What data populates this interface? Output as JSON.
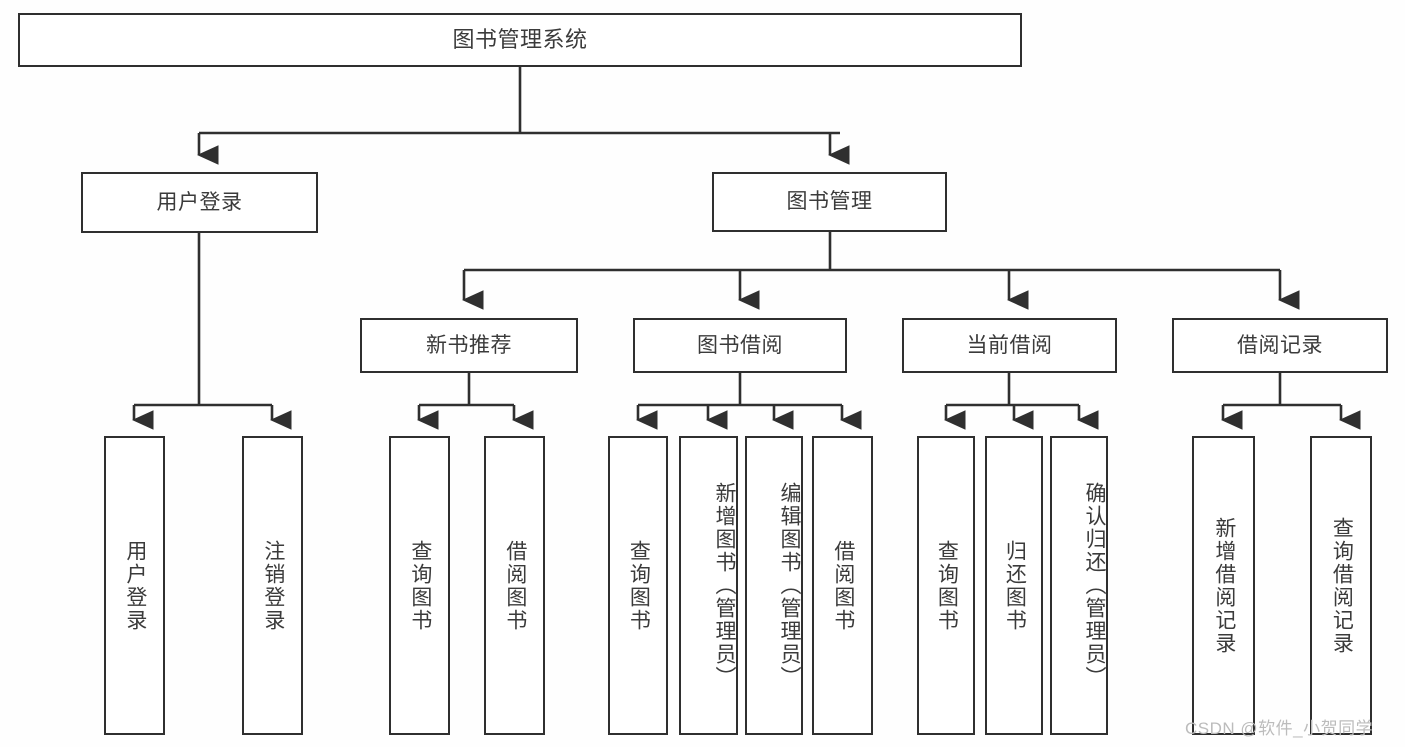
{
  "diagram": {
    "type": "tree-hierarchy",
    "title_node": {
      "label": "图书管理系统"
    },
    "level1": [
      {
        "id": "user-login",
        "label": "用户登录"
      },
      {
        "id": "book-management",
        "label": "图书管理"
      }
    ],
    "level2": [
      {
        "id": "new-book-recommend",
        "label": "新书推荐",
        "parent": "book-management"
      },
      {
        "id": "book-borrow",
        "label": "图书借阅",
        "parent": "book-management"
      },
      {
        "id": "current-borrow",
        "label": "当前借阅",
        "parent": "book-management"
      },
      {
        "id": "borrow-record",
        "label": "借阅记录",
        "parent": "book-management"
      }
    ],
    "leaves": {
      "user_login": [
        {
          "id": "leaf-user-login",
          "label": "用户登录"
        },
        {
          "id": "leaf-logout-login",
          "label": "注销登录"
        }
      ],
      "new_book_recommend": [
        {
          "id": "leaf-query-book-1",
          "label": "查询图书"
        },
        {
          "id": "leaf-borrow-book-1",
          "label": "借阅图书"
        }
      ],
      "book_borrow": [
        {
          "id": "leaf-query-book-2",
          "label": "查询图书"
        },
        {
          "id": "leaf-add-book",
          "label": "新增图书（管理员）"
        },
        {
          "id": "leaf-edit-book",
          "label": "编辑图书（管理员）"
        },
        {
          "id": "leaf-borrow-book-2",
          "label": "借阅图书"
        }
      ],
      "current_borrow": [
        {
          "id": "leaf-query-book-3",
          "label": "查询图书"
        },
        {
          "id": "leaf-return-book",
          "label": "归还图书"
        },
        {
          "id": "leaf-confirm-return",
          "label": "确认归还（管理员）"
        }
      ],
      "borrow_record": [
        {
          "id": "leaf-add-record",
          "label": "新增借阅记录"
        },
        {
          "id": "leaf-query-record",
          "label": "查询借阅记录"
        }
      ]
    }
  },
  "watermark": {
    "text": "CSDN @软件_小贺同学"
  },
  "colors": {
    "border": "#2f2f2f",
    "text": "#3b3b3b",
    "background": "#ffffff",
    "watermark": "#bcbcbc"
  }
}
